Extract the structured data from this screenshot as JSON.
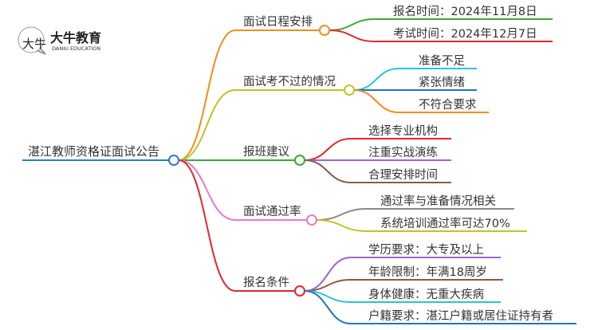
{
  "logo": {
    "name": "大牛教育",
    "subtitle": "DANIU EDUCATION"
  },
  "root": {
    "label": "湛江教师资格证面试公告",
    "color": "#2a7bc4"
  },
  "branches": [
    {
      "label": "面试日程安排",
      "color": "#f78a1d",
      "children": [
        {
          "label": "报名时间：2024年11月8日",
          "color": "#3aaa35"
        },
        {
          "label": "考试时间：2024年12月7日",
          "color": "#e0282e"
        }
      ]
    },
    {
      "label": "面试考不过的情况",
      "color": "#c2c22a",
      "children": [
        {
          "label": "准备不足",
          "color": "#2bc3d8"
        },
        {
          "label": "紧张情绪",
          "color": "#2273c0"
        },
        {
          "label": "不符合要求",
          "color": "#f78a1d"
        }
      ]
    },
    {
      "label": "报班建议",
      "color": "#3aaa35",
      "children": [
        {
          "label": "选择专业机构",
          "color": "#e0282e"
        },
        {
          "label": "注重实战演练",
          "color": "#a066c8"
        },
        {
          "label": "合理安排时间",
          "color": "#8b5a4a"
        }
      ]
    },
    {
      "label": "面试通过率",
      "color": "#e87ac8",
      "children": [
        {
          "label": "通过率与准备情况相关",
          "color": "#8a8a8a"
        },
        {
          "label": "系统培训通过率可达70%",
          "color": "#c2c22a"
        }
      ]
    },
    {
      "label": "报名条件",
      "color": "#e0282e",
      "children": [
        {
          "label": "学历要求：大专及以上",
          "color": "#a066c8"
        },
        {
          "label": "年龄限制：年满18周岁",
          "color": "#8b5a4a"
        },
        {
          "label": "身体健康：无重大疾病",
          "color": "#2bc3d8"
        },
        {
          "label": "户籍要求：湛江户籍或居住证持有者",
          "color": "#2273c0"
        }
      ]
    }
  ]
}
